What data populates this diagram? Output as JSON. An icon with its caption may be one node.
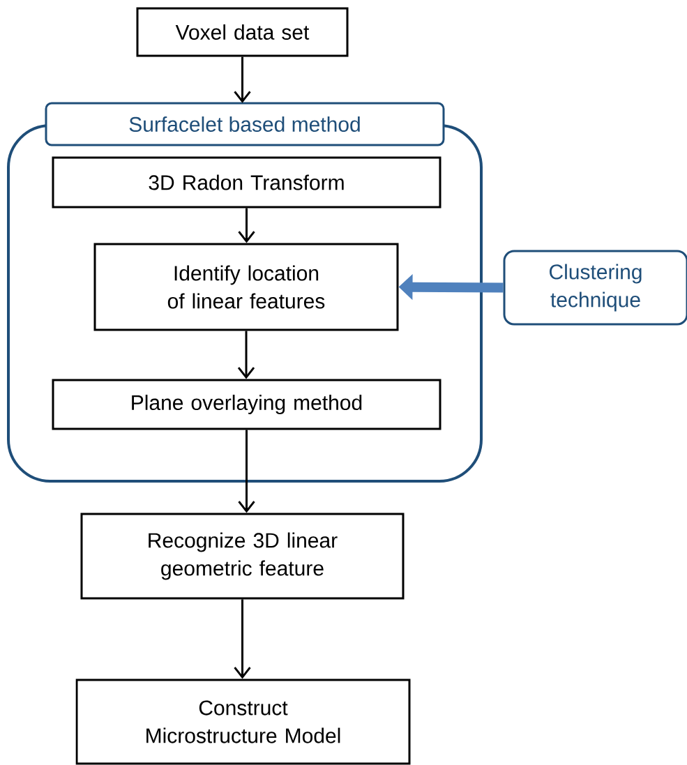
{
  "diagram": {
    "nodes": [
      {
        "text": [
          "Voxel data set"
        ]
      },
      {
        "text": [
          "Surfacelet based method"
        ]
      },
      {
        "text": [
          "3D Radon Transform"
        ],
        "in": 1
      },
      {
        "text": [
          "Identify location of linear features"
        ],
        "in": 1
      },
      {
        "text": [
          "Plane overlaying method"
        ],
        "in": 1
      },
      {
        "text": [
          "Clustering technique"
        ]
      },
      {
        "text": [
          "Recognize 3D linear geometric feature"
        ]
      },
      {
        "text": [
          "Construct Microstructure Model"
        ]
      }
    ],
    "edges": [
      {
        "from": 0,
        "to": 1,
        "arrow": "to"
      },
      {
        "from": 2,
        "to": 3,
        "arrow": "to"
      },
      {
        "from": 3,
        "to": 4,
        "arrow": "to"
      },
      {
        "from": 5,
        "to": 3,
        "arrow": "to",
        "style": "thick",
        "color": "#4f81bd"
      },
      {
        "from": 4,
        "to": 6,
        "arrow": "to"
      },
      {
        "from": 6,
        "to": 7,
        "arrow": "to"
      }
    ]
  }
}
